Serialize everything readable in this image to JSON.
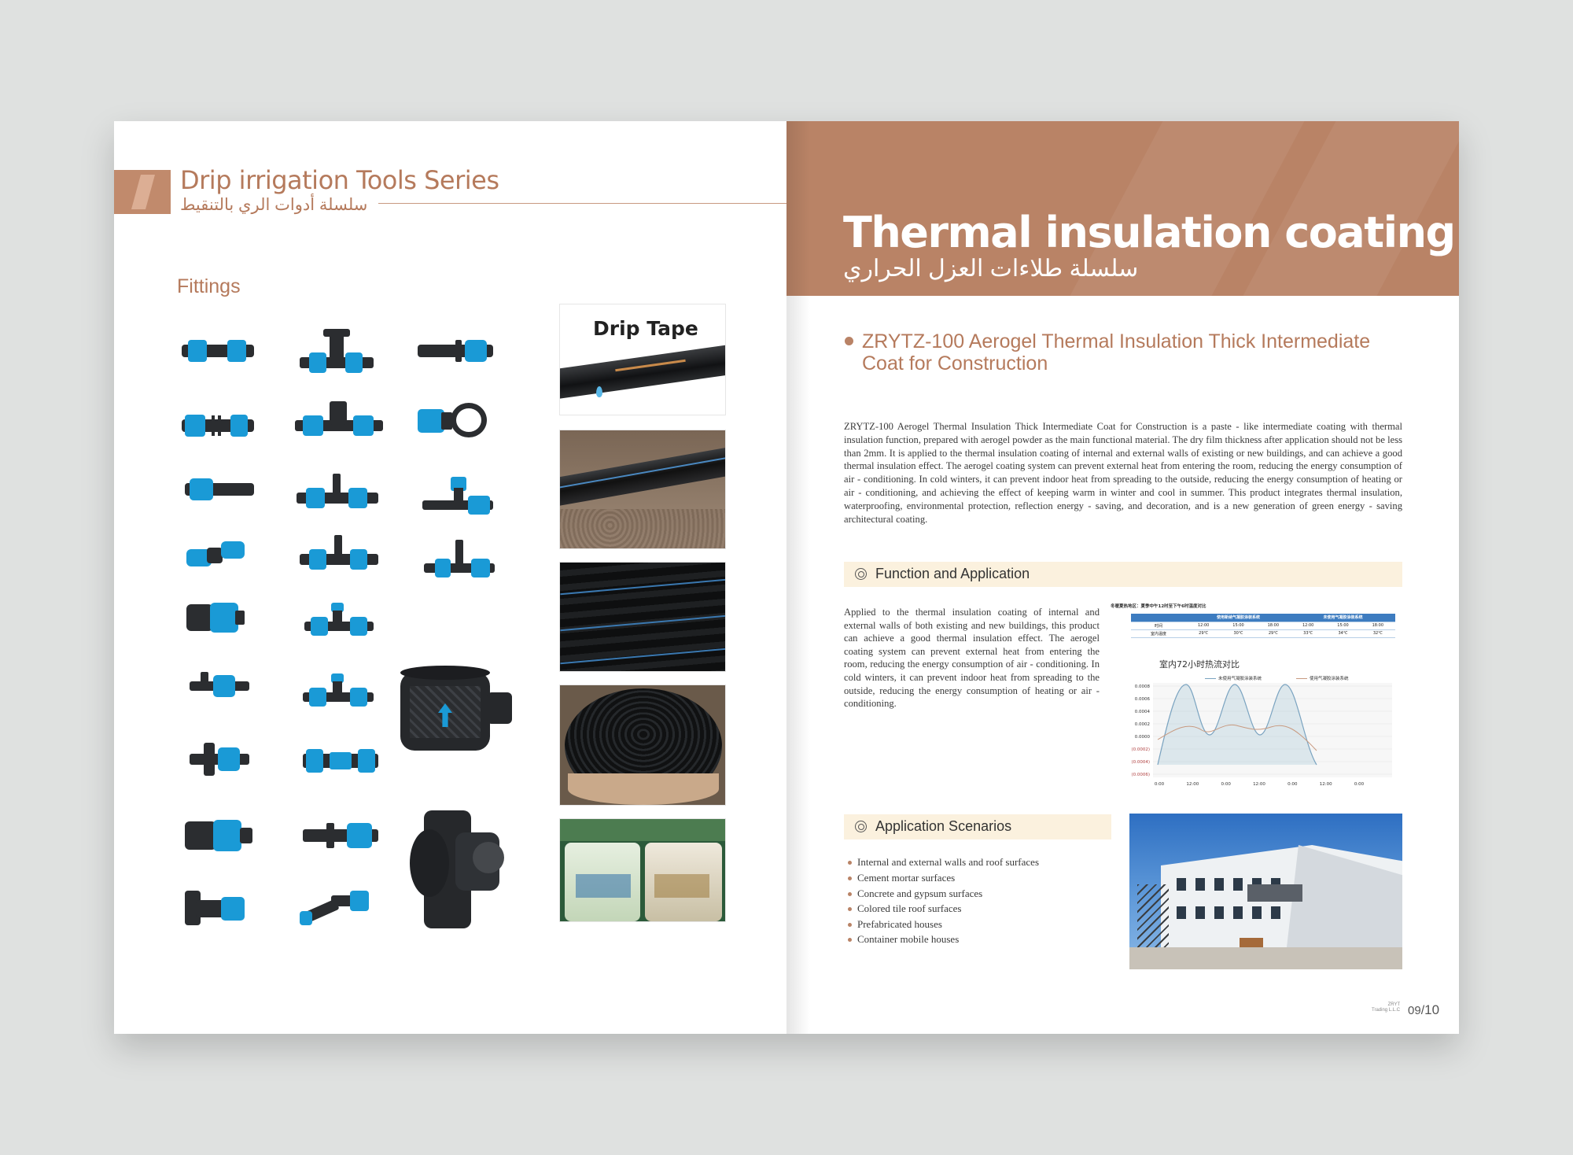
{
  "left_page": {
    "series_title": "Drip irrigation Tools Series",
    "series_title_arabic": "سلسلة أدوات الري بالتنقيط",
    "section_label": "Fittings",
    "drip_tape_label": "Drip Tape"
  },
  "right_page": {
    "main_title": "Thermal insulation coating Series",
    "main_title_arabic": "سلسلة طلاءات العزل الحراري",
    "product_title": "ZRYTZ-100 Aerogel Thermal Insulation Thick Intermediate Coat for Construction",
    "description": "ZRYTZ-100 Aerogel Thermal Insulation Thick Intermediate Coat for Construction is a paste - like intermediate coating with thermal insulation function, prepared with aerogel powder as the main functional material. The dry film thickness after application should not be less than 2mm. It is applied to the thermal insulation coating of internal and external walls of existing or new buildings, and can achieve a good thermal insulation effect. The aerogel coating system can prevent external heat from entering the room, reducing the energy consumption of air - conditioning. In cold winters, it can prevent indoor heat from spreading to the outside, reducing the energy consumption of heating or air - conditioning, and achieving the effect of keeping warm in winter and cool in summer. This product integrates thermal insulation, waterproofing, environmental protection, reflection energy - saving, and decoration, and is a new generation of green energy - saving architectural coating.",
    "function_section": {
      "label": "Function and Application",
      "text": "Applied to the thermal insulation coating of internal and external walls of both existing and new buildings, this product can achieve a good thermal insulation effect. The aerogel coating system can prevent external heat from entering the room, reducing the energy consumption of air - conditioning. In cold winters, it can prevent indoor heat from spreading to the outside, reducing the energy consumption of heating or air - conditioning."
    },
    "chart": {
      "caption": "冬暖夏热地区：夏季中午12时至下午6时温度对比",
      "table_header": [
        "使用新纳气凝胶涂装系统",
        "未使用气凝胶涂装系统"
      ],
      "row_time_label": "时间",
      "row_time": [
        "12:00",
        "15:00",
        "18:00",
        "12:00",
        "15:00",
        "18:00"
      ],
      "row_temp_label": "室内温度",
      "row_temp": [
        "29℃",
        "30℃",
        "29℃",
        "33℃",
        "34℃",
        "32℃"
      ],
      "title": "室内72小时热流对比",
      "legend_a": "未使用气凝胶涂装系统",
      "legend_b": "使用气凝胶涂装系统",
      "y_ticks": [
        "0.0008",
        "0.0006",
        "0.0004",
        "0.0002",
        "0.0000",
        "(0.0002)",
        "(0.0004)",
        "(0.0006)"
      ],
      "x_ticks": [
        "0:00",
        "12:00",
        "0:00",
        "12:00",
        "0:00",
        "12:00",
        "0:00"
      ]
    },
    "scenarios_section": {
      "label": "Application Scenarios",
      "items": [
        "Internal and external walls and roof surfaces",
        "Cement mortar surfaces",
        "Concrete and gypsum surfaces",
        "Colored tile roof surfaces",
        "Prefabricated houses",
        "Container mobile houses"
      ]
    },
    "brand_small_1": "ZRYT",
    "brand_small_2": "Trading L.L.C",
    "page_left": "09",
    "page_right": "10"
  },
  "colors": {
    "accent": "#b98366",
    "accent_text": "#b57a5c",
    "section_bg": "#fbf1de",
    "fitting_blue": "#1a9ad6",
    "fitting_black": "#2b2d30"
  }
}
